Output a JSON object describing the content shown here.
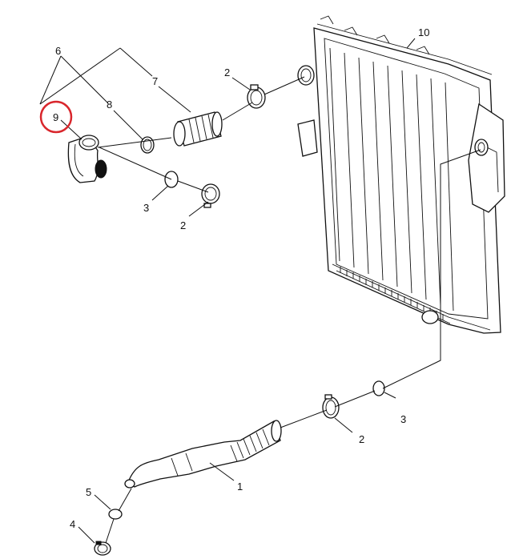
{
  "callouts": {
    "c1": "1",
    "c2a": "2",
    "c2b": "2",
    "c2c": "2",
    "c3a": "3",
    "c3b": "3",
    "c4": "4",
    "c5": "5",
    "c6": "6",
    "c7": "7",
    "c8": "8",
    "c9": "9",
    "c10": "10"
  },
  "highlight": {
    "callout": "9",
    "color": "#d9262c"
  }
}
